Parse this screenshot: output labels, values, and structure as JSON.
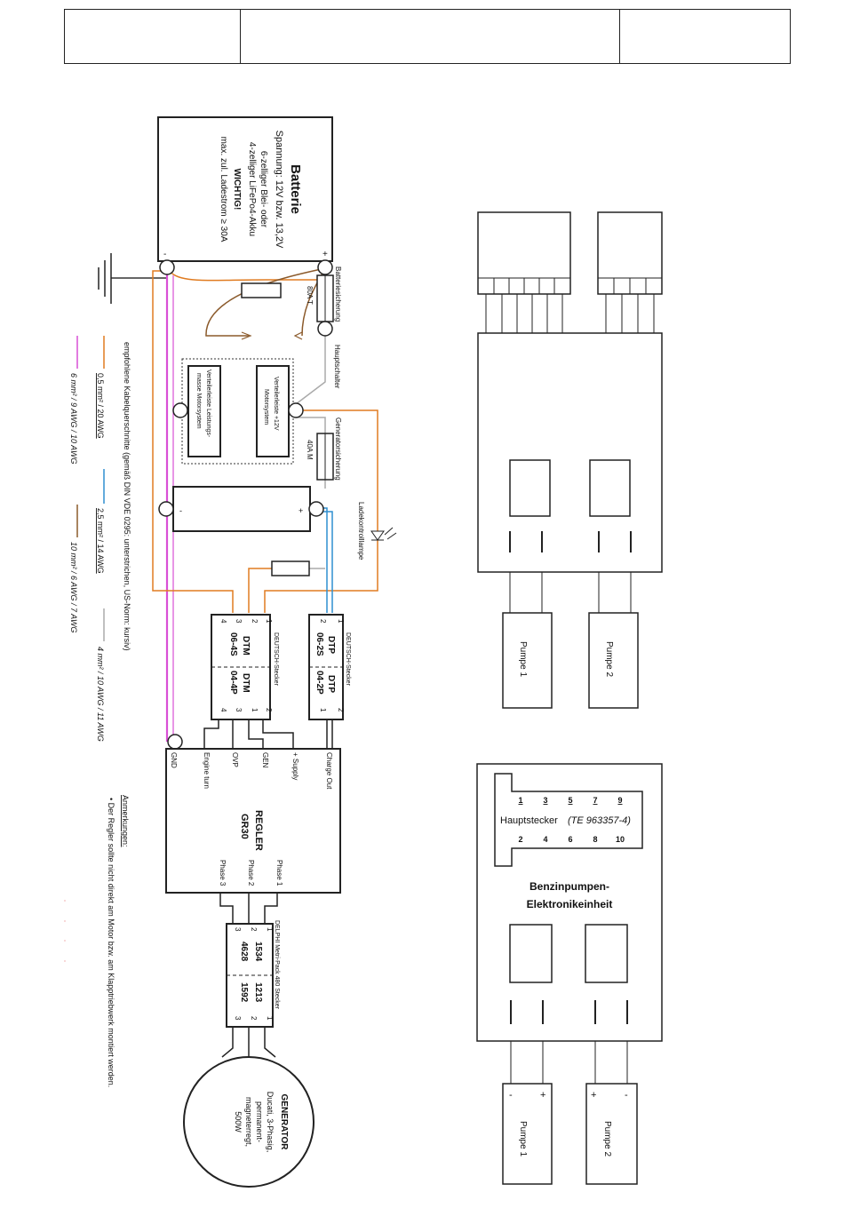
{
  "battery": {
    "title": "Batterie",
    "spec1": "Spannung: 12V bzw. 13,2V",
    "spec2": "6-zelliger Blei- oder",
    "spec3": "4-zelliger LiFePo4-Akku",
    "warn": "WICHTIG!",
    "spec4": "max. zul. Ladestrom ≥ 30A",
    "plus": "+",
    "minus": "-"
  },
  "fuse_battery": {
    "label": "Batteriesicherung",
    "rating": "80A T"
  },
  "main_switch": "Hauptschalter",
  "fuse_generator": {
    "label": "Generatorsicherung",
    "rating": "40A M"
  },
  "charge_lamp": "Ladekontrolllampe",
  "rail_plus": {
    "line1": "Verteilerleiste +12V",
    "line2": "Motorsystem"
  },
  "rail_ground": {
    "line1": "Verteilerleiste Leistungs-",
    "line2": "masse Motorsystem"
  },
  "battery2": {
    "plus": "+",
    "minus": "-"
  },
  "connector_dtp": {
    "title": "DEUTSCH-Stecker",
    "left": "DTP",
    "left2": "06-2S",
    "right": "DTP",
    "right2": "04-2P",
    "pins_left": [
      "1",
      "2"
    ],
    "pins_right": [
      "2",
      "1"
    ]
  },
  "connector_dtm": {
    "title": "DEUTSCH-Stecker",
    "left": "DTM",
    "left2": "06-4S",
    "right": "DTM",
    "right2": "04-4P",
    "pins_left": [
      "1",
      "2",
      "3",
      "4"
    ],
    "pins_right": [
      "2",
      "1",
      "3",
      "4"
    ]
  },
  "regulator": {
    "title": "REGLER",
    "model": "GR30",
    "pins": [
      "Charge Out",
      "+ Supply",
      "GEN",
      "OVP",
      "Engine turn",
      "GND"
    ],
    "phases": [
      "Phase 1",
      "Phase 2",
      "Phase 3"
    ]
  },
  "connector_delphi": {
    "title": "DELPHI Metri-Pack 480 Stecker",
    "left": "1534",
    "left2": "4628",
    "right": "1213",
    "right2": "1592",
    "pins_left": [
      "1",
      "2",
      "3"
    ],
    "pins_right": [
      "1",
      "2",
      "3"
    ]
  },
  "generator": {
    "title": "GENERATOR",
    "line1": "Ducati, 3-Phasig,",
    "line2": "permanent-",
    "line3": "magneterregt,",
    "line4": "500W"
  },
  "legend": {
    "heading": "empfohlene Kabelquerschnitte (gemäß DIN VDE 0295: unterstrichen, US-Norm: kursiv)",
    "items": [
      {
        "color": "#e07b20",
        "metric": "0,5 mm² / 20 AWG"
      },
      {
        "color": "#2f8fd0",
        "metric": "2,5 mm² / 14 AWG"
      },
      {
        "color": "#aaaaaa",
        "metric": "4 mm² / 10 AWG / 11 AWG"
      },
      {
        "color": "#d94fd6",
        "metric": "6 mm² / 9 AWG / 10 AWG"
      },
      {
        "color": "#8b5a2b",
        "metric": "10 mm² / 6 AWG / 7 AWG"
      }
    ]
  },
  "notes": {
    "heading": "Anmerkungen:",
    "text": "• Der Regler sollte nicht direkt am Motor bzw. am Klapptriebwerk montiert werden."
  },
  "pump_unit_top": {
    "pumps": [
      "Pumpe 1",
      "Pumpe 2"
    ]
  },
  "pump_unit_bottom": {
    "main_connector": "Hauptstecker",
    "main_connector_part": "(TE 963357-4)",
    "pins_top": [
      "1",
      "3",
      "5",
      "7",
      "9"
    ],
    "pins_bottom": [
      "2",
      "4",
      "6",
      "8",
      "10"
    ],
    "title1": "Benzinpumpen-",
    "title2": "Elektronikeinheit",
    "pumps": [
      "Pumpe 1",
      "Pumpe 2"
    ],
    "pump_plus": "+",
    "pump_minus": "-"
  },
  "colors": {
    "orange": "#e07b20",
    "blue": "#2f8fd0",
    "grey": "#aaaaaa",
    "magenta": "#d94fd6",
    "brown": "#8b5a2b"
  }
}
